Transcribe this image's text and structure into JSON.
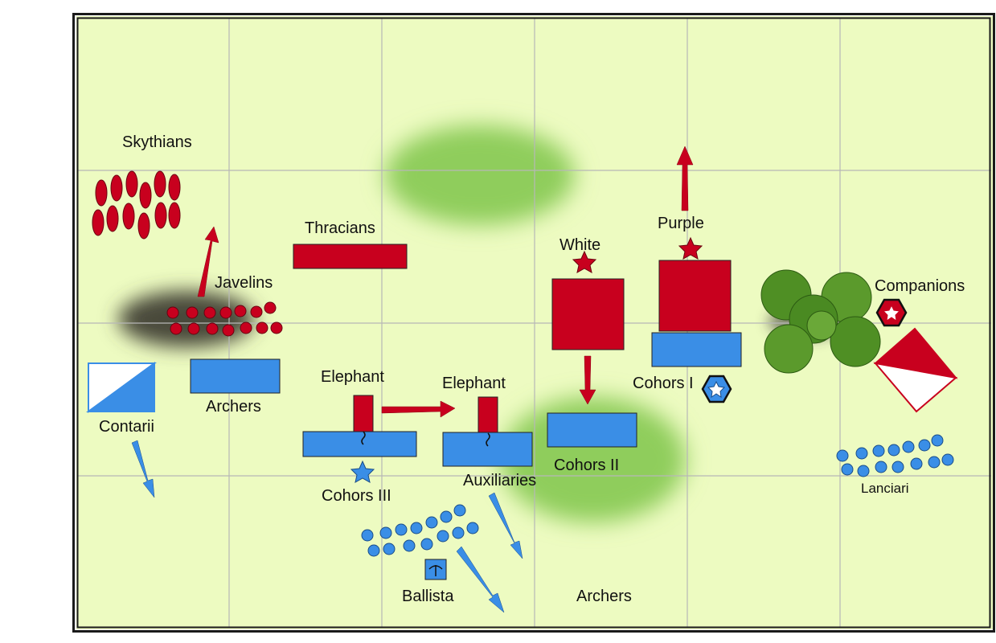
{
  "map": {
    "colors": {
      "ground": "#edfbc1",
      "grid": "#b7b7b7",
      "border": "#1a1a1a",
      "red_army": "#c8001e",
      "blue_army": "#3a8ee6",
      "hill": "#8fcd5c",
      "woods": "#4f8f24",
      "marsh": "#4a4a3a"
    },
    "labels": {
      "skythians": "Skythians",
      "thracians": "Thracians",
      "javelins": "Javelins",
      "white": "White",
      "purple": "Purple",
      "companions": "Companions",
      "archers_left": "Archers",
      "contarii": "Contarii",
      "elephant_1": "Elephant",
      "elephant_2": "Elephant",
      "cohors_i": "Cohors I",
      "cohors_ii": "Cohors II",
      "cohors_iii": "Cohors III",
      "auxiliaries": "Auxiliaries",
      "lanciari": "Lanciari",
      "ballista": "Ballista",
      "archers_bottom": "Archers"
    },
    "icons": {
      "general_marker": "star-icon",
      "commander_marker": "hexagon-star-icon",
      "ballista_marker": "ballista-icon",
      "elephant_hit": "squiggle-icon"
    }
  }
}
